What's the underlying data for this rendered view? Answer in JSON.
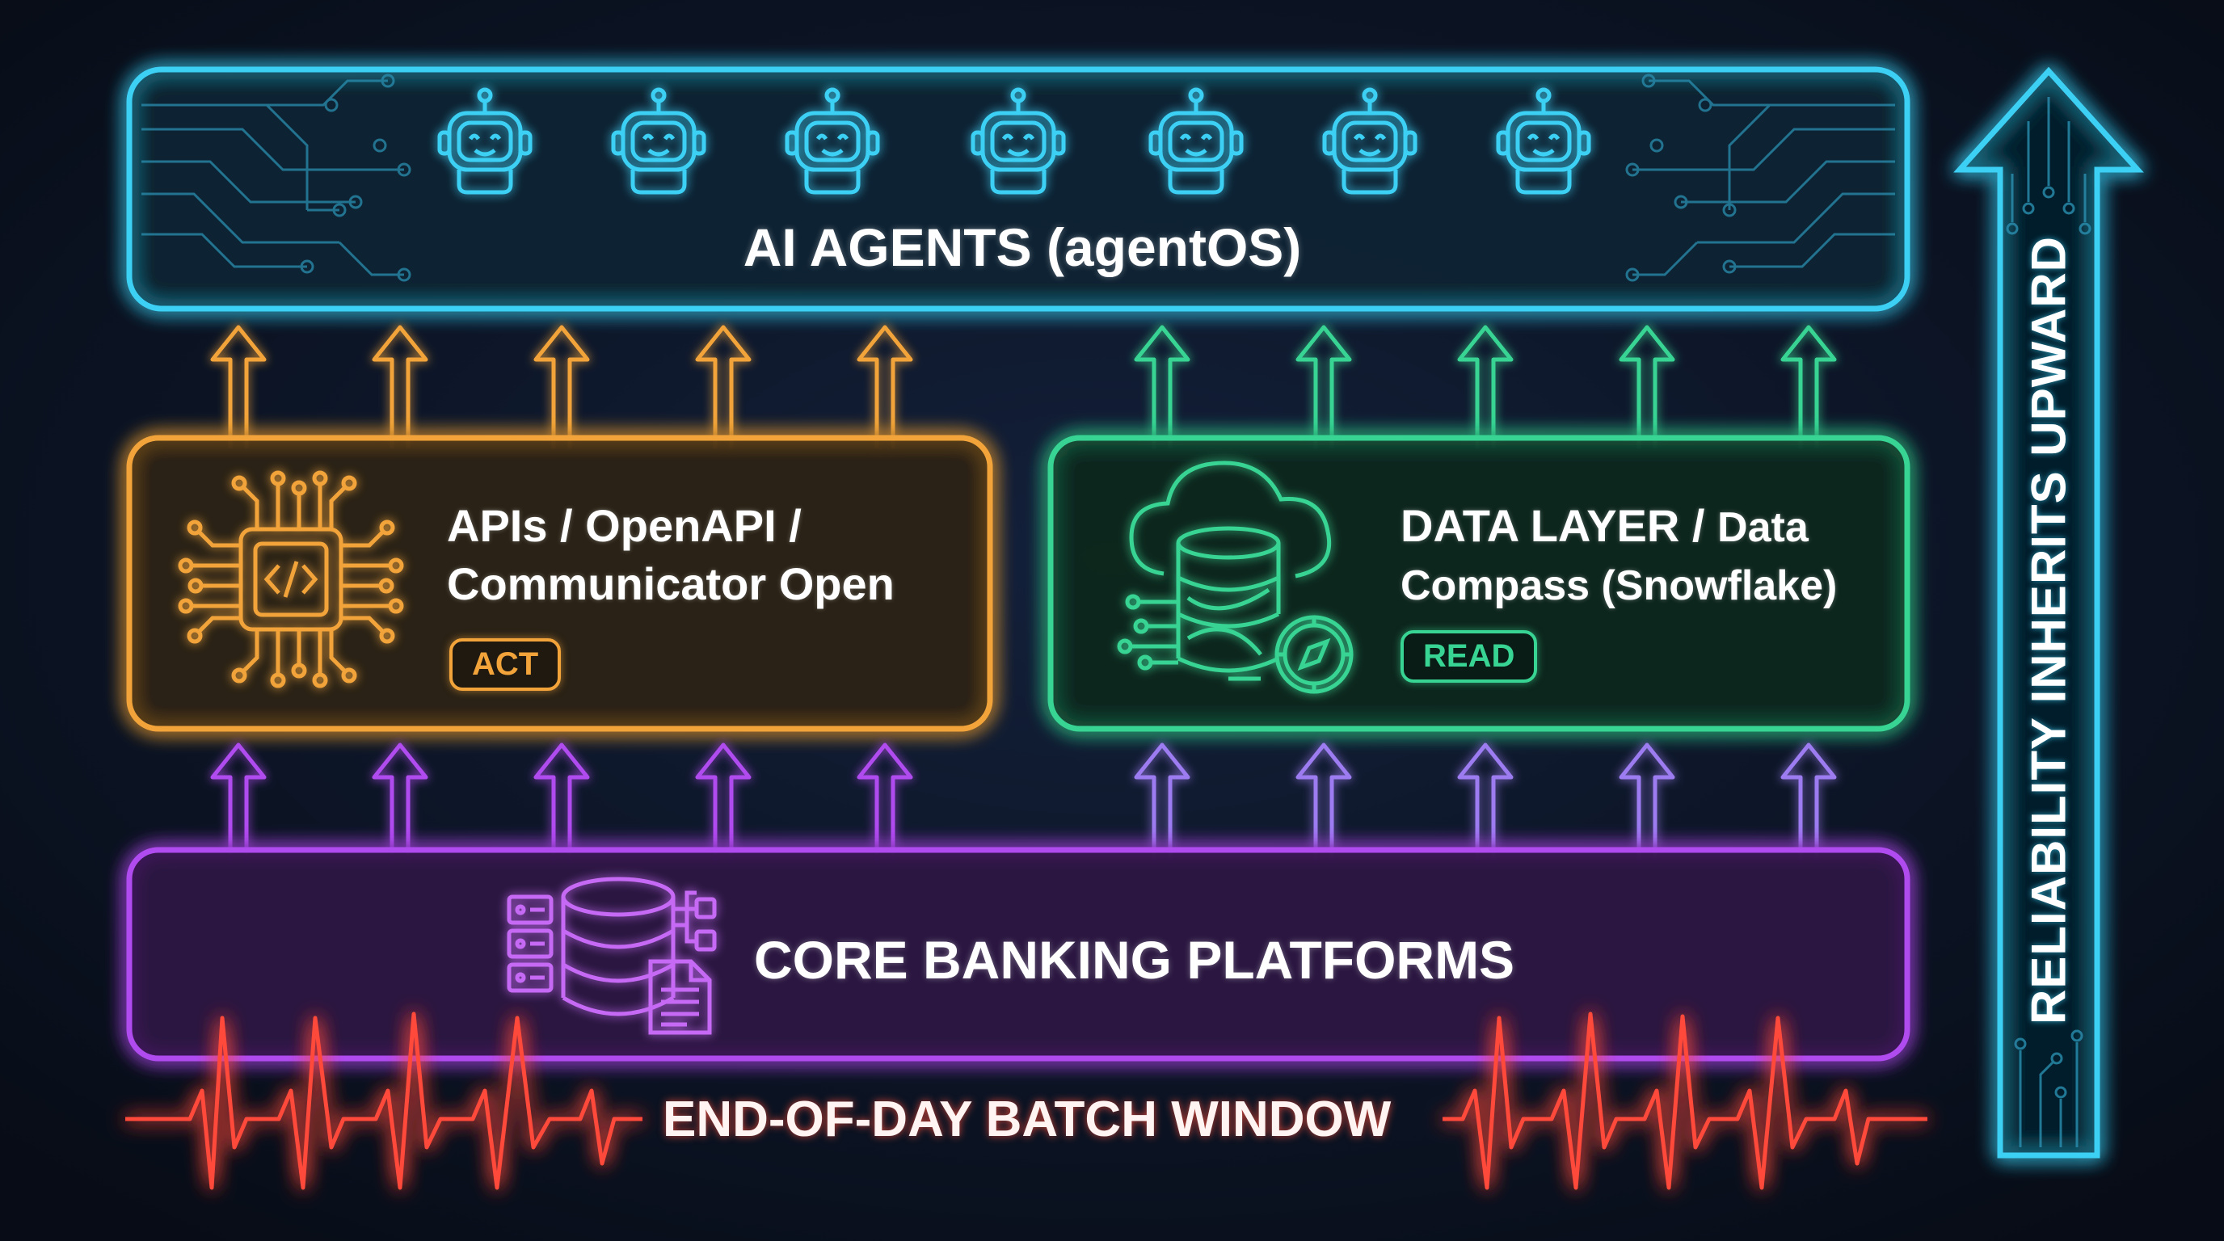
{
  "ai_agents": {
    "title": "AI AGENTS (agentOS)",
    "agent_count": 7,
    "color": "#3ed0f5"
  },
  "api_layer": {
    "title_line1": "APIs / OpenAPI /",
    "title_line2": "Communicator Open",
    "badge": "ACT",
    "color": "#f2a43a"
  },
  "data_layer": {
    "title_main": "DATA LAYER / ",
    "title_small": "Data",
    "title_line2": "Compass (Snowflake)",
    "badge": "READ",
    "color": "#38d493"
  },
  "core_banking": {
    "title": "CORE BANKING PLATFORMS",
    "color": "#b04cf0"
  },
  "batch_window": {
    "title": "END-OF-DAY BATCH WINDOW",
    "color": "#ff4a3a"
  },
  "reliability": {
    "label": "RELIABILITY INHERITS UPWARD",
    "color": "#3ed0f5"
  }
}
